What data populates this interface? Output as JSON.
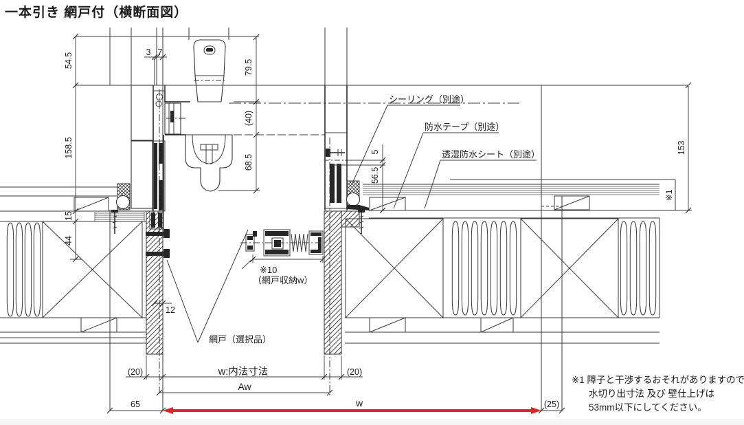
{
  "title": "一本引き 網戸付（横断面図）",
  "colors": {
    "line": "#3a3a3a",
    "red": "#e02428"
  },
  "dims": {
    "d545": "54.5",
    "d1585": "158.5",
    "d15": "15",
    "d44": "44",
    "d3": "3",
    "d7": "7",
    "d795": "79.5",
    "d40": "(40)",
    "d685": "68.5",
    "d5": "5",
    "d565": "56.5",
    "d153": "153",
    "dref1": "※1",
    "d12": "12",
    "d20L": "(20)",
    "d20R": "(20)",
    "dWin": "w:内法寸法",
    "dAw": "Aw",
    "d65": "65",
    "dW": "w",
    "d25": "(25)"
  },
  "labels": {
    "sealing": "シーリング（別途）",
    "tape": "防水テープ（別途）",
    "sheet": "透湿防水シート（別途）",
    "screen_dim_ref": "※10",
    "screen_dim_name": "（網戸収納w）",
    "screen_door": "網戸（選択品）"
  },
  "note": {
    "line1": "※1 障子と干渉するおそれがありますので",
    "line2": "水切り出寸法 及び 壁仕上げは",
    "line3": "53mm以下にしてください。"
  }
}
